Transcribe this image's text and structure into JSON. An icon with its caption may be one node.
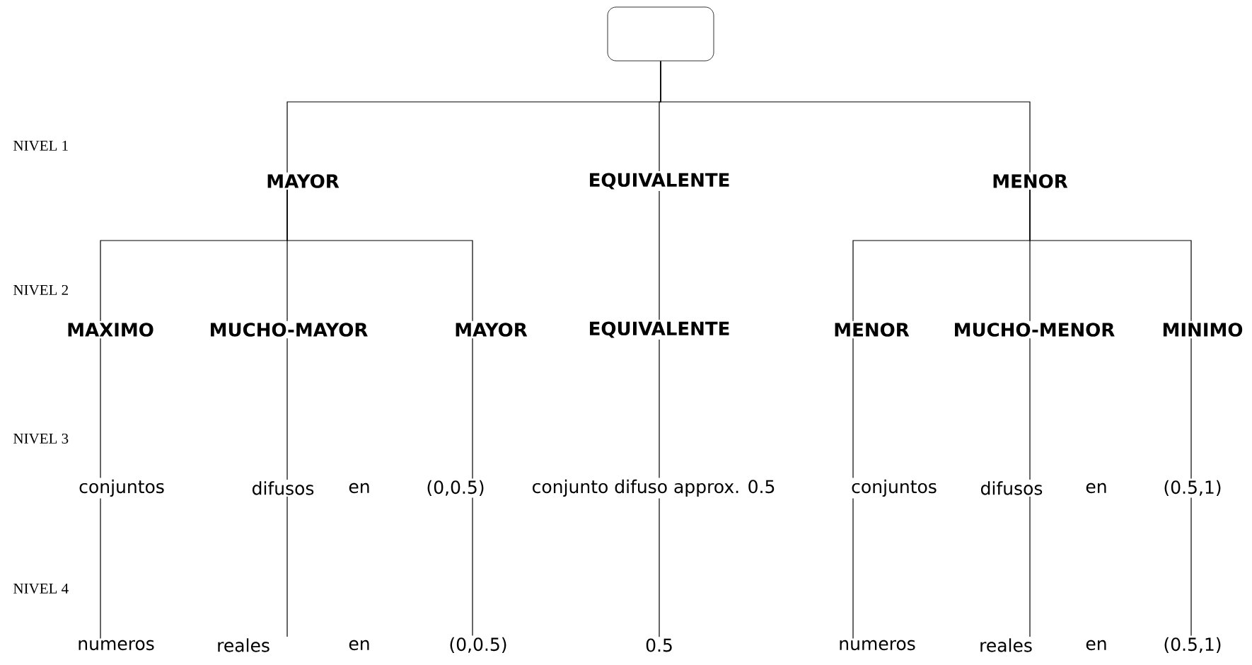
{
  "diagram": {
    "nodes": [
      {
        "text": [],
        "shape": "box"
      },
      {
        "text": [
          "MAYOR"
        ]
      },
      {
        "text": [
          "EQUIVALENTE"
        ]
      },
      {
        "text": [
          "MENOR"
        ]
      },
      {
        "text": [
          "MAXIMO"
        ]
      },
      {
        "text": [
          "MUCHO-MAYOR"
        ]
      },
      {
        "text": [
          "MAYOR"
        ]
      },
      {
        "text": [
          "EQUIVALENTE"
        ]
      },
      {
        "text": [
          "MENOR"
        ]
      },
      {
        "text": [
          "MUCHO-MENOR"
        ]
      },
      {
        "text": [
          "MINIMO"
        ]
      },
      {
        "text": [
          "conjuntos"
        ]
      },
      {
        "text": [
          "difusos"
        ]
      },
      {
        "text": [
          "(0,0.5)"
        ]
      },
      {
        "text": [
          "conjunto difuso approx. 0.5"
        ]
      },
      {
        "text": [
          "conjuntos"
        ]
      },
      {
        "text": [
          "difusos"
        ]
      },
      {
        "text": [
          "(0.5,1)"
        ]
      },
      {
        "text": [
          "numeros"
        ]
      },
      {
        "text": [
          "reales"
        ]
      },
      {
        "text": [
          "(0,0.5)"
        ]
      },
      {
        "text": [
          "0.5"
        ]
      },
      {
        "text": [
          "numeros"
        ]
      },
      {
        "text": [
          "reales"
        ]
      },
      {
        "text": [
          "(0.5,1)"
        ]
      }
    ],
    "edges": [
      {
        "from": 0,
        "to": 1,
        "arrow": "none"
      },
      {
        "from": 0,
        "to": 2,
        "arrow": "none"
      },
      {
        "from": 0,
        "to": 3,
        "arrow": "none"
      },
      {
        "from": 1,
        "to": 4,
        "arrow": "none"
      },
      {
        "from": 1,
        "to": 5,
        "arrow": "none"
      },
      {
        "from": 1,
        "to": 6,
        "arrow": "none"
      },
      {
        "from": 2,
        "to": 7,
        "arrow": "none"
      },
      {
        "from": 3,
        "to": 8,
        "arrow": "none"
      },
      {
        "from": 3,
        "to": 9,
        "arrow": "none"
      },
      {
        "from": 3,
        "to": 10,
        "arrow": "none"
      },
      {
        "from": 4,
        "to": 11,
        "arrow": "none"
      },
      {
        "from": 5,
        "to": 12,
        "arrow": "none"
      },
      {
        "from": 6,
        "to": 13,
        "arrow": "none"
      },
      {
        "from": 7,
        "to": 14,
        "arrow": "none"
      },
      {
        "from": 8,
        "to": 15,
        "arrow": "none"
      },
      {
        "from": 9,
        "to": 16,
        "arrow": "none"
      },
      {
        "from": 10,
        "to": 17,
        "arrow": "none"
      },
      {
        "from": 11,
        "to": 18,
        "arrow": "none"
      },
      {
        "from": 12,
        "to": 19,
        "arrow": "none"
      },
      {
        "from": 13,
        "to": 20,
        "arrow": "none"
      },
      {
        "from": 14,
        "to": 21,
        "arrow": "none"
      },
      {
        "from": 15,
        "to": 22,
        "arrow": "none"
      },
      {
        "from": 16,
        "to": 23,
        "arrow": "none"
      },
      {
        "from": 17,
        "to": 24,
        "arrow": "none"
      }
    ],
    "labels": [
      "NIVEL 1",
      "NIVEL 2",
      "NIVEL 3",
      "en",
      "en",
      "NIVEL 4",
      "en",
      "en"
    ]
  }
}
